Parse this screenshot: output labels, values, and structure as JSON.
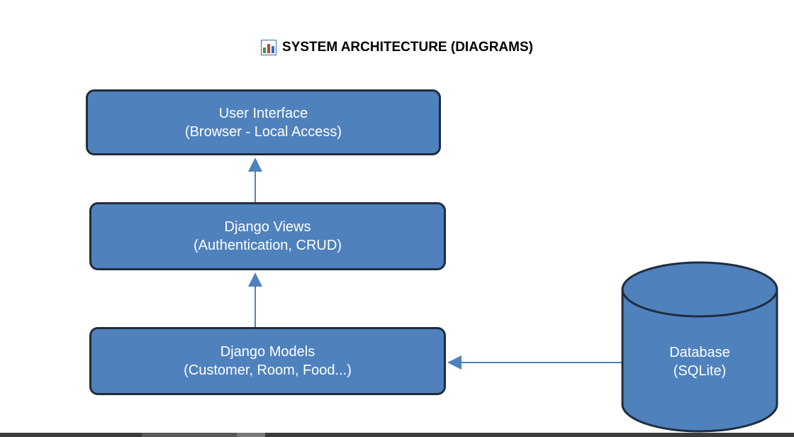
{
  "title": {
    "text": "SYSTEM ARCHITECTURE (DIAGRAMS)",
    "icon": "bar-chart-icon"
  },
  "nodes": {
    "ui": {
      "line1": "User Interface",
      "line2": "(Browser - Local Access)"
    },
    "views": {
      "line1": "Django Views",
      "line2": "(Authentication, CRUD)"
    },
    "models": {
      "line1": "Django Models",
      "line2": "(Customer, Room, Food...)"
    },
    "database": {
      "line1": "Database",
      "line2": "(SQLite)"
    }
  },
  "colors": {
    "box_fill": "#4f81bd",
    "box_border": "#1f2d3d",
    "arrow": "#4f81bd",
    "text": "#ffffff"
  }
}
